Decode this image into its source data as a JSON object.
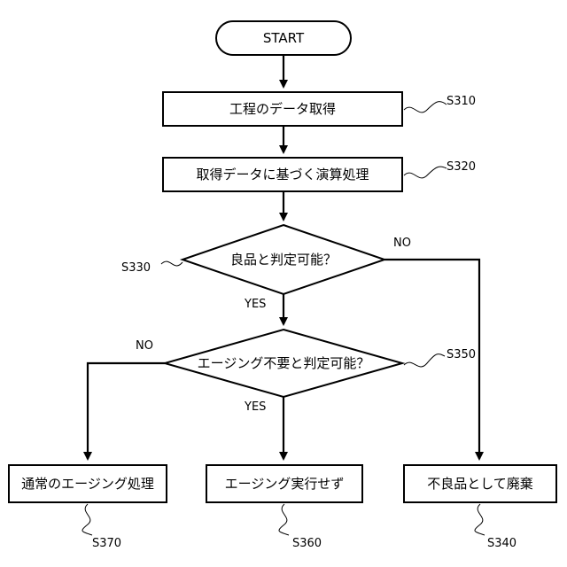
{
  "flowchart": {
    "start": "START",
    "steps": {
      "s310": {
        "text": "工程のデータ取得",
        "label": "S310"
      },
      "s320": {
        "text": "取得データに基づく演算処理",
        "label": "S320"
      },
      "s330": {
        "text": "良品と判定可能？",
        "label": "S330"
      },
      "s350": {
        "text": "エージング不要と判定可能？",
        "label": "S350"
      },
      "s370": {
        "text": "通常のエージング処理",
        "label": "S370"
      },
      "s360": {
        "text": "エージング実行せず",
        "label": "S360"
      },
      "s340": {
        "text": "不良品として廃棄",
        "label": "S340"
      }
    },
    "branches": {
      "s330_no": "NO",
      "s330_yes": "YES",
      "s350_no": "NO",
      "s350_yes": "YES"
    }
  }
}
